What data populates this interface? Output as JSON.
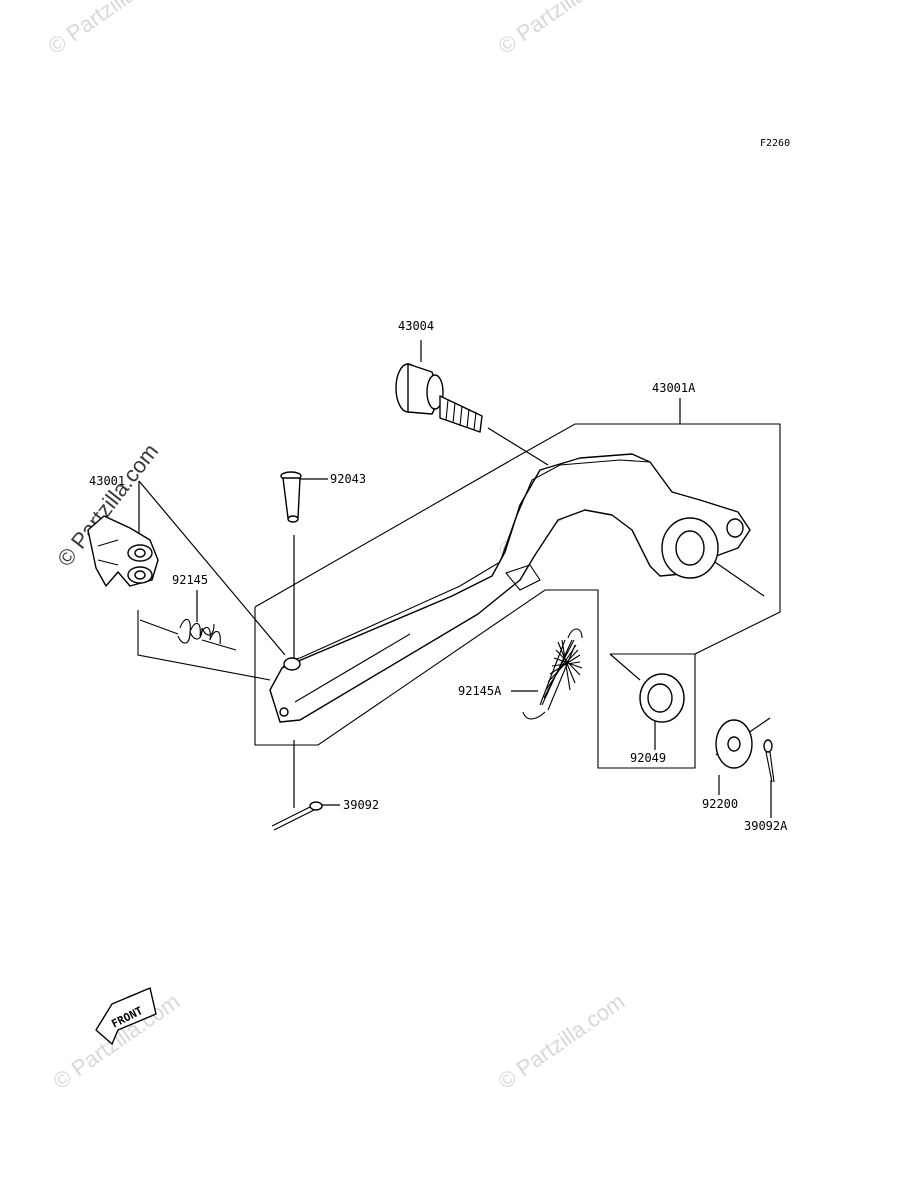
{
  "diagram": {
    "reference_code": "F2260",
    "parts": [
      {
        "id": "43004",
        "label": "43004"
      },
      {
        "id": "43001A",
        "label": "43001A"
      },
      {
        "id": "43001",
        "label": "43001"
      },
      {
        "id": "92043",
        "label": "92043"
      },
      {
        "id": "92145",
        "label": "92145"
      },
      {
        "id": "92145A",
        "label": "92145A"
      },
      {
        "id": "92049",
        "label": "92049"
      },
      {
        "id": "92200",
        "label": "92200"
      },
      {
        "id": "39092",
        "label": "39092"
      },
      {
        "id": "39092A",
        "label": "39092A"
      }
    ],
    "front_marker": "FRONT",
    "watermark": "© Partzilla.com"
  }
}
